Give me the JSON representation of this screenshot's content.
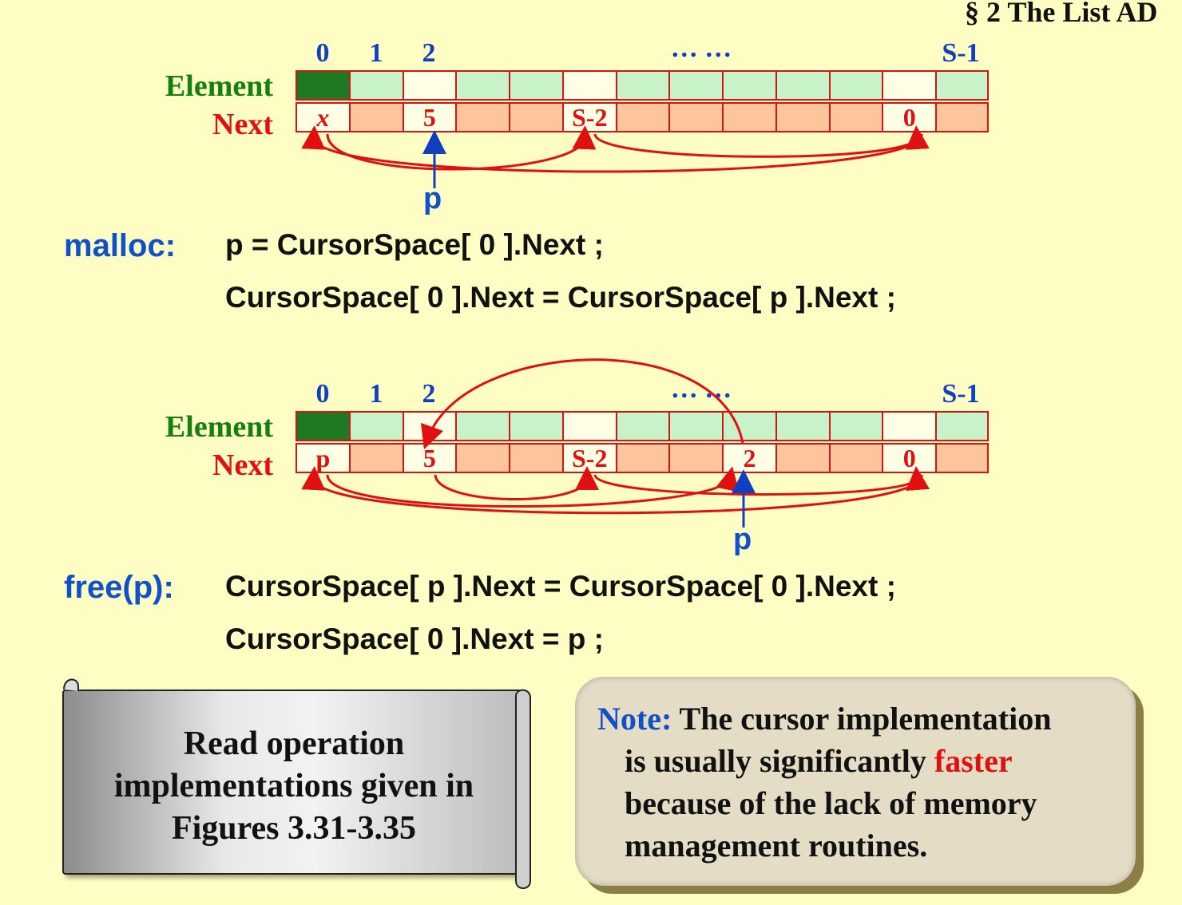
{
  "header": {
    "section_title": "§ 2  The List AD"
  },
  "diagram1": {
    "indices": [
      "0",
      "1",
      "2",
      "… …",
      "S-1"
    ],
    "element_label": "Element",
    "next_label": "Next",
    "next_values": [
      "x",
      "5",
      "S-2",
      "0"
    ],
    "pointer_label": "p"
  },
  "malloc": {
    "label": "malloc:",
    "line1": "p = CursorSpace[ 0 ].Next ;",
    "line2": "CursorSpace[ 0 ].Next = CursorSpace[ p ].Next ;"
  },
  "diagram2": {
    "indices": [
      "0",
      "1",
      "2",
      "… …",
      "S-1"
    ],
    "element_label": "Element",
    "next_label": "Next",
    "next_values": [
      "p",
      "5",
      "S-2",
      "2",
      "0"
    ],
    "pointer_label": "p"
  },
  "free": {
    "label": "free(p):",
    "line1": "CursorSpace[ p ].Next = CursorSpace[ 0 ].Next ;",
    "line2": "CursorSpace[ 0 ].Next = p ;"
  },
  "scroll": {
    "line1": "Read operation",
    "line2": "implementations given in",
    "line3": "Figures 3.31-3.35"
  },
  "note": {
    "prefix": "Note:",
    "line1_rest": " The cursor implementation",
    "line2_pre": "is usually significantly ",
    "line2_highlight": "faster",
    "line3": "because of the lack of memory",
    "line4": "management routines."
  },
  "colors": {
    "background": "#fdfdc4",
    "element_green": "#c8f3c8",
    "next_orange": "#fcc59b",
    "dark_green": "#1d7a22",
    "arrow_red": "#e01010",
    "index_blue": "#1040c0"
  }
}
